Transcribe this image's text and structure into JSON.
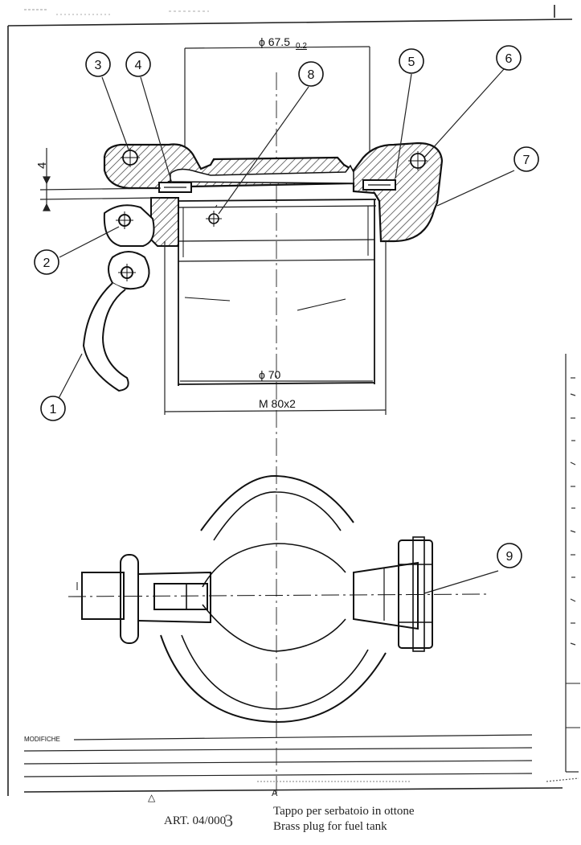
{
  "drawing": {
    "dimensions": {
      "outer_diameter": "ϕ 67.5",
      "outer_tolerance": "0.2",
      "inner_diameter": "ϕ 70",
      "thread": "M 80x2",
      "height": "4"
    },
    "callouts": [
      "1",
      "2",
      "3",
      "4",
      "5",
      "6",
      "7",
      "8",
      "9"
    ],
    "margin_label": "MODIFICHE",
    "revision_marks": [
      "△",
      "A"
    ]
  },
  "title_block": {
    "article_code": "ART. 04/000",
    "article_suffix": "3",
    "title_it": "Tappo per serbatoio in ottone",
    "title_en": "Brass plug for fuel tank"
  }
}
